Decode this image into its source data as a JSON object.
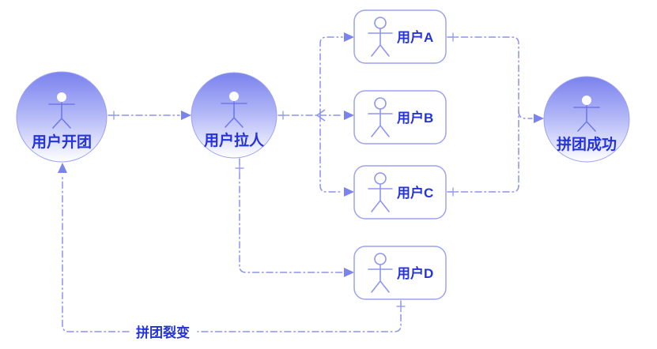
{
  "diagram": {
    "nodes": {
      "start": {
        "label": "用户开团",
        "shape": "circle"
      },
      "inviter": {
        "label": "用户拉人",
        "shape": "circle"
      },
      "user_a": {
        "label": "用户A",
        "shape": "rounded-box"
      },
      "user_b": {
        "label": "用户B",
        "shape": "rounded-box"
      },
      "user_c": {
        "label": "用户C",
        "shape": "rounded-box"
      },
      "user_d": {
        "label": "用户D",
        "shape": "rounded-box"
      },
      "success": {
        "label": "拼团成功",
        "shape": "circle"
      }
    },
    "edges": [
      {
        "from": "用户开团",
        "to": "用户拉人"
      },
      {
        "from": "用户拉人",
        "to": "用户A"
      },
      {
        "from": "用户拉人",
        "to": "用户B"
      },
      {
        "from": "用户拉人",
        "to": "用户C"
      },
      {
        "from": "用户拉人",
        "to": "用户D"
      },
      {
        "from": "用户A",
        "to": "拼团成功"
      },
      {
        "from": "用户C",
        "to": "拼团成功"
      },
      {
        "from": "用户D",
        "to": "用户开团",
        "label": "拼团裂变"
      }
    ],
    "edge_label": "拼团裂变",
    "colors": {
      "line": "#8b92f0",
      "arrow": "#7b83ee",
      "tick": "#9aa0f2",
      "text": "#2433db",
      "node_border": "#9ba2f3",
      "figure_circle": "#6f78e8",
      "figure_box": "#8f96f1",
      "gradient_top": "#7a82ee",
      "gradient_mid": "#b5baf7",
      "gradient_bottom": "#ffffff"
    }
  }
}
